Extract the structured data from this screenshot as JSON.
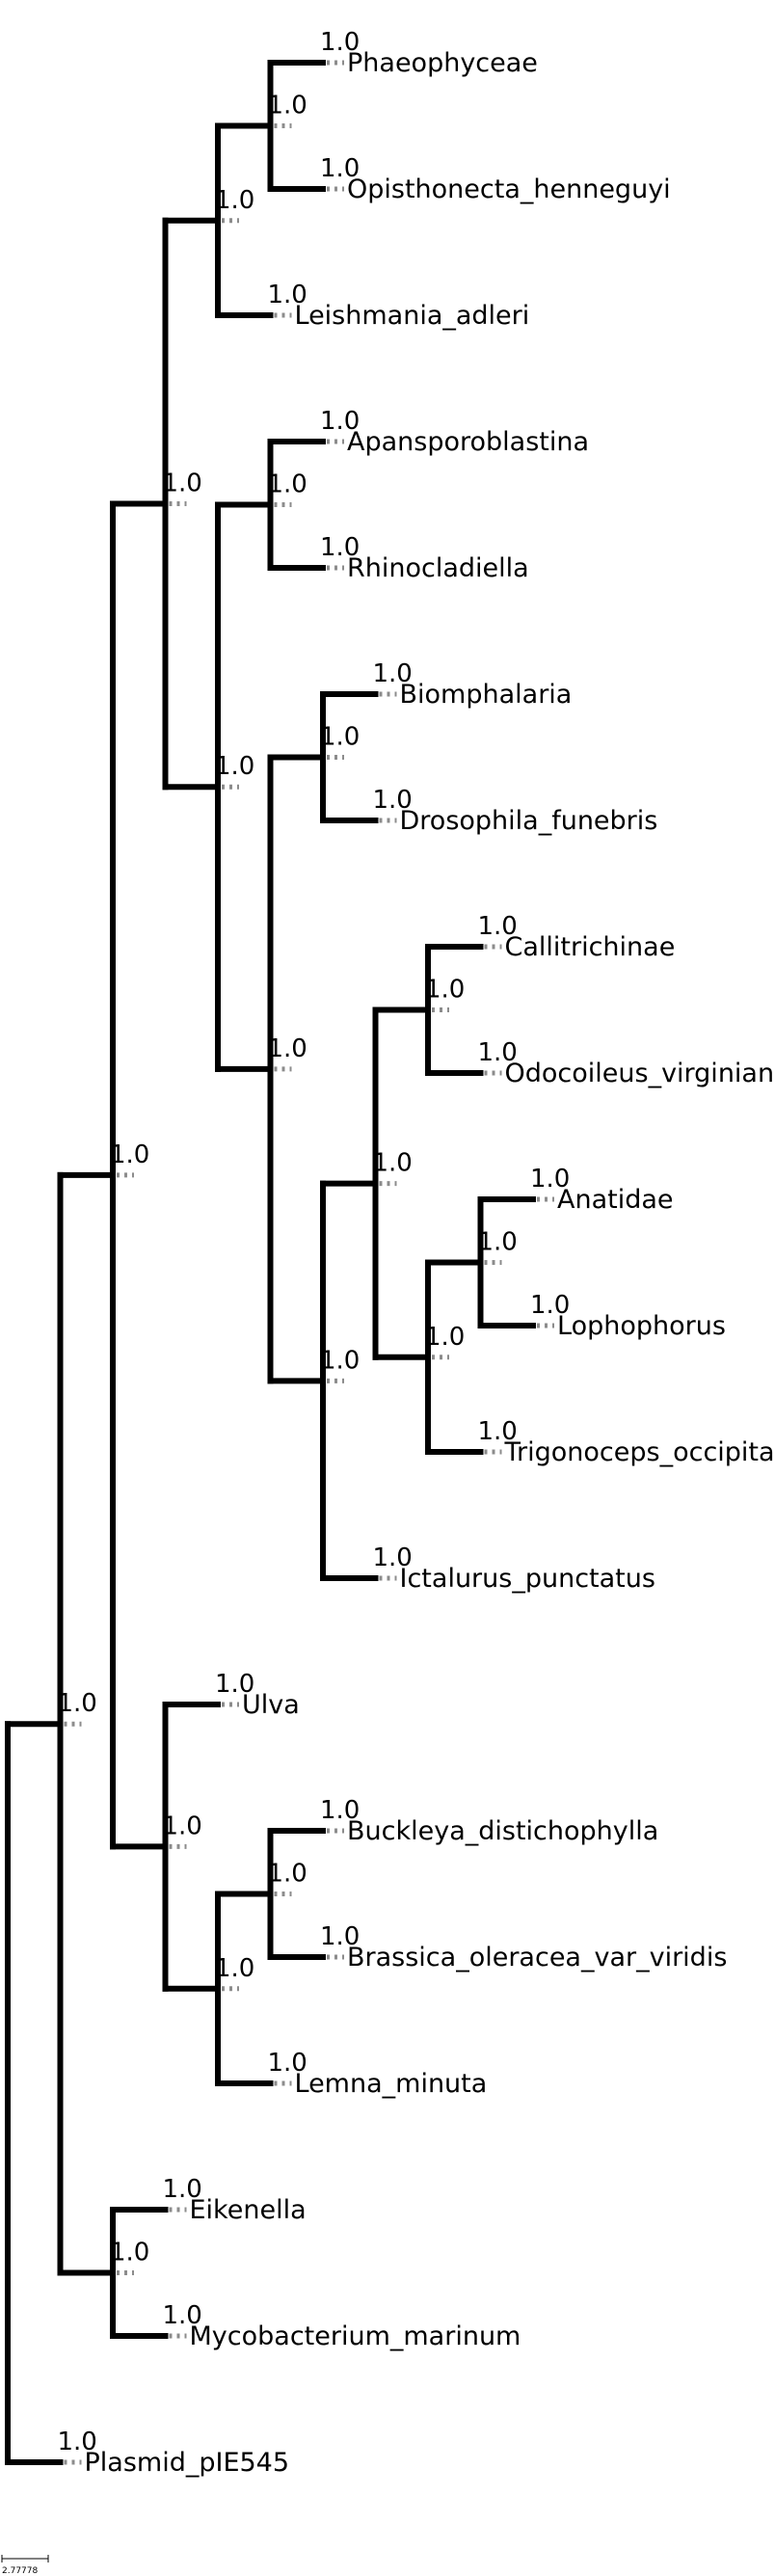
{
  "tree": {
    "leaves": [
      "Phaeophyceae",
      "Opisthonecta_henneguyi",
      "Leishmania_adleri",
      "Apansporoblastina",
      "Rhinocladiella",
      "Biomphalaria",
      "Drosophila_funebris",
      "Callitrichinae",
      "Odocoileus_virginianus",
      "Anatidae",
      "Lophophorus",
      "Trigonoceps_occipitalis",
      "Ictalurus_punctatus",
      "Ulva",
      "Buckleya_distichophylla",
      "Brassica_oleracea_var_viridis",
      "Lemna_minuta",
      "Eikenella",
      "Mycobacterium_marinum",
      "Plasmid_pIE545"
    ],
    "support_label": "1.0",
    "scale_label": "2.77778",
    "colors": {
      "branch": "#000000",
      "stub": "#8c8c8c",
      "text": "#000000"
    }
  }
}
